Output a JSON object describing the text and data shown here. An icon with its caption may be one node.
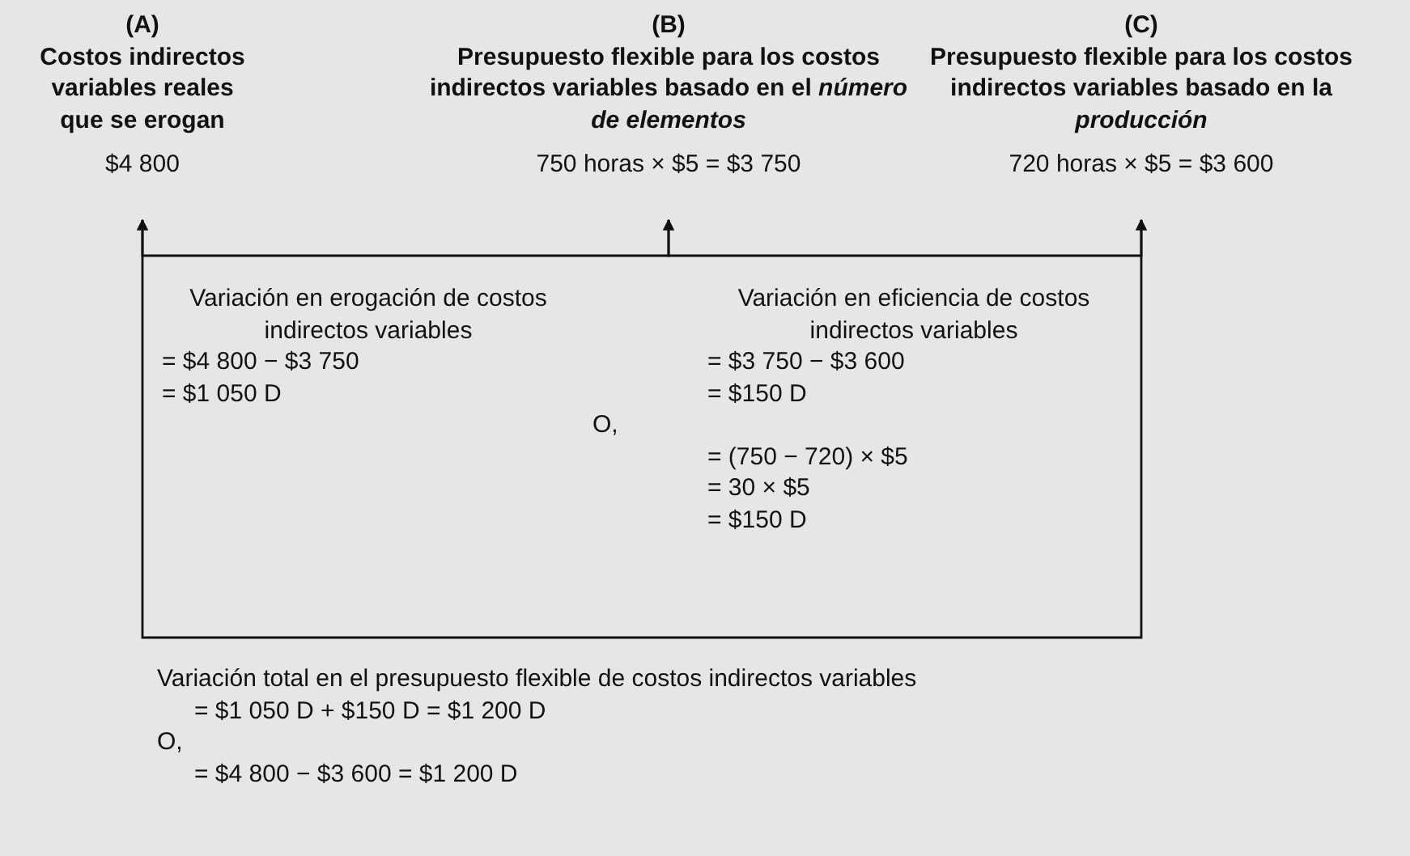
{
  "diagram": {
    "nodes": [
      {
        "text": [
          "(A)",
          "Costos indirectos variables reales que se erogan",
          "$4 800"
        ]
      },
      {
        "text": [
          "(B)",
          "Presupuesto flexible para los costos indirectos variables basado en el *número de elementos*",
          "750 horas × $5 = $3 750"
        ]
      },
      {
        "text": [
          "(C)",
          "Presupuesto flexible para los costos indirectos variables basado en la *producción*",
          "720 horas × $5 = $3 600"
        ]
      },
      {
        "text": [
          "Variación en erogación de costos indirectos variables",
          "= $4 800 − $3 750",
          "= $1 050 D"
        ]
      },
      {
        "text": [
          "Variación en eficiencia de costos indirectos variables",
          "= $3 750 − $3 600",
          "= $150 D",
          "O,",
          "= (750 − 720) × $5",
          "= 30 × $5",
          "= $150 D"
        ]
      },
      {
        "text": [
          "Variación total en el presupuesto flexible de costos indirectos variables",
          "= $1 050 D + $150 D = $1 200 D",
          "O,",
          "= $4 800 − $3 600 = $1 200 D"
        ]
      }
    ],
    "edges": [
      {
        "from": 3,
        "to": 0,
        "arrow": "to"
      },
      {
        "from": 3,
        "to": 1,
        "arrow": "to"
      },
      {
        "from": 4,
        "to": 1,
        "arrow": "to"
      },
      {
        "from": 4,
        "to": 2,
        "arrow": "to"
      },
      {
        "from": 5,
        "to": 0,
        "arrow": "to"
      },
      {
        "from": 5,
        "to": 2,
        "arrow": "to"
      }
    ]
  }
}
